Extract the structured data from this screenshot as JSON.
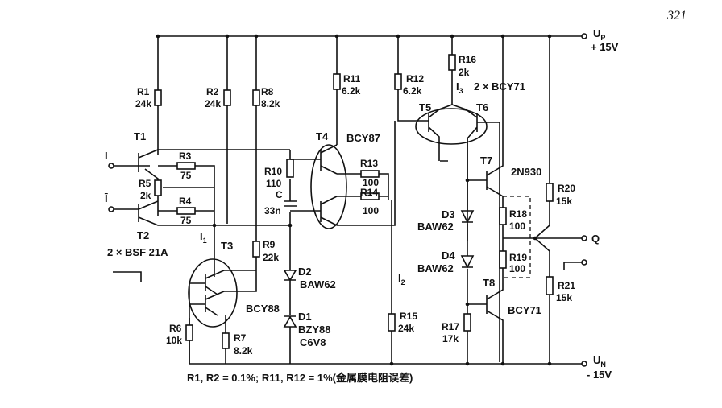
{
  "page_number": "321",
  "rails": {
    "up_label": "U",
    "up_sub": "P",
    "up_voltage": "+ 15V",
    "un_label": "U",
    "un_sub": "N",
    "un_voltage": "- 15V"
  },
  "inputs": {
    "i": "I",
    "i_bar": "Ī"
  },
  "output": {
    "q": "Q"
  },
  "transistors": {
    "t1": "T1",
    "t2": "T2",
    "t12_type": "2 × BSF 21A",
    "t3": "T3",
    "t3_type": "BCY88",
    "t4": "T4",
    "t4_type": "BCY87",
    "t5": "T5",
    "t6": "T6",
    "t56_type": "2 × BCY71",
    "t7": "T7",
    "t7_type": "2N930",
    "t8": "T8",
    "t8_type": "BCY71"
  },
  "resistors": {
    "r1": "R1",
    "r1_v": "24k",
    "r2": "R2",
    "r2_v": "24k",
    "r3": "R3",
    "r3_v": "75",
    "r4": "R4",
    "r4_v": "75",
    "r5": "R5",
    "r5_v": "2k",
    "r6": "R6",
    "r6_v": "10k",
    "r7": "R7",
    "r7_v": "8.2k",
    "r8": "R8",
    "r8_v": "8.2k",
    "r9": "R9",
    "r9_v": "22k",
    "r10": "R10",
    "r10_v": "110",
    "r11": "R11",
    "r11_v": "6.2k",
    "r12": "R12",
    "r12_v": "6.2k",
    "r13": "R13",
    "r13_v": "100",
    "r14": "R14",
    "r14_v": "100",
    "r15": "R15",
    "r15_v": "24k",
    "r16": "R16",
    "r16_v": "2k",
    "r17": "R17",
    "r17_v": "17k",
    "r18": "R18",
    "r18_v": "100",
    "r19": "R19",
    "r19_v": "100",
    "r20": "R20",
    "r20_v": "15k",
    "r21": "R21",
    "r21_v": "15k"
  },
  "capacitor": {
    "c": "C",
    "c_v": "33n"
  },
  "diodes": {
    "d1": "D1",
    "d1_type": "BZY88",
    "d1_type2": "C6V8",
    "d2": "D2",
    "d2_type": "BAW62",
    "d3": "D3",
    "d3_type": "BAW62",
    "d4": "D4",
    "d4_type": "BAW62"
  },
  "currents": {
    "i1": "I",
    "i1_sub": "1",
    "i2": "I",
    "i2_sub": "2",
    "i3": "I",
    "i3_sub": "3"
  },
  "note": "R1, R2 = 0.1%; R11, R12 = 1%(金属膜电阻误差)"
}
